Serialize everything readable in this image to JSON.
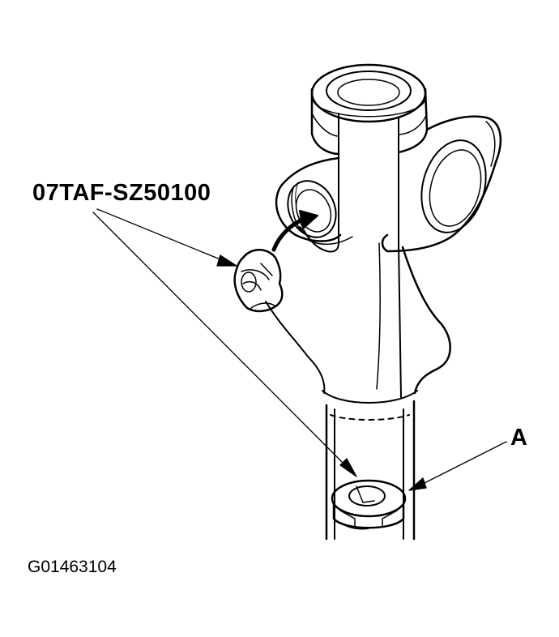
{
  "diagram": {
    "tool_number": "07TAF-SZ50100",
    "callout": "A",
    "figure_id": "G01463104"
  },
  "colors": {
    "ink": "#000000",
    "paper": "#ffffff"
  }
}
